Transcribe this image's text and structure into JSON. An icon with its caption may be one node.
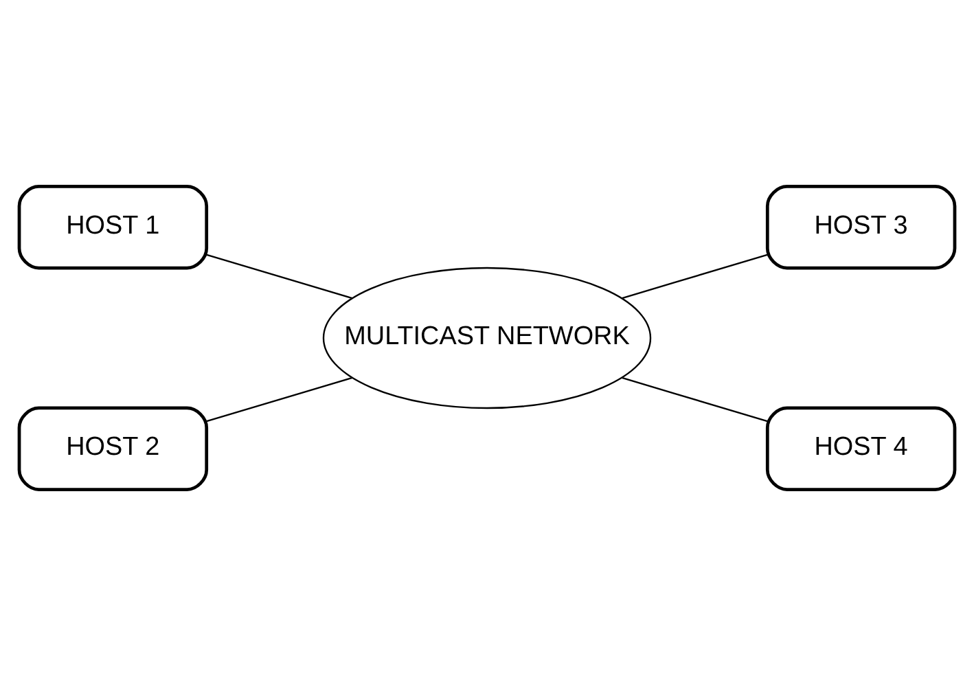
{
  "diagram": {
    "nodes": [
      {
        "text": [
          "HOST 1"
        ]
      },
      {
        "text": [
          "HOST 3"
        ]
      },
      {
        "text": [
          "MULTICAST NETWORK"
        ]
      },
      {
        "text": [
          "HOST 2"
        ]
      },
      {
        "text": [
          "HOST 4"
        ]
      }
    ],
    "edges": [
      {
        "from": 0,
        "to": 2,
        "arrow": "none"
      },
      {
        "from": 2,
        "to": 1,
        "arrow": "none"
      },
      {
        "from": 3,
        "to": 2,
        "arrow": "none"
      },
      {
        "from": 2,
        "to": 4,
        "arrow": "none"
      }
    ]
  }
}
